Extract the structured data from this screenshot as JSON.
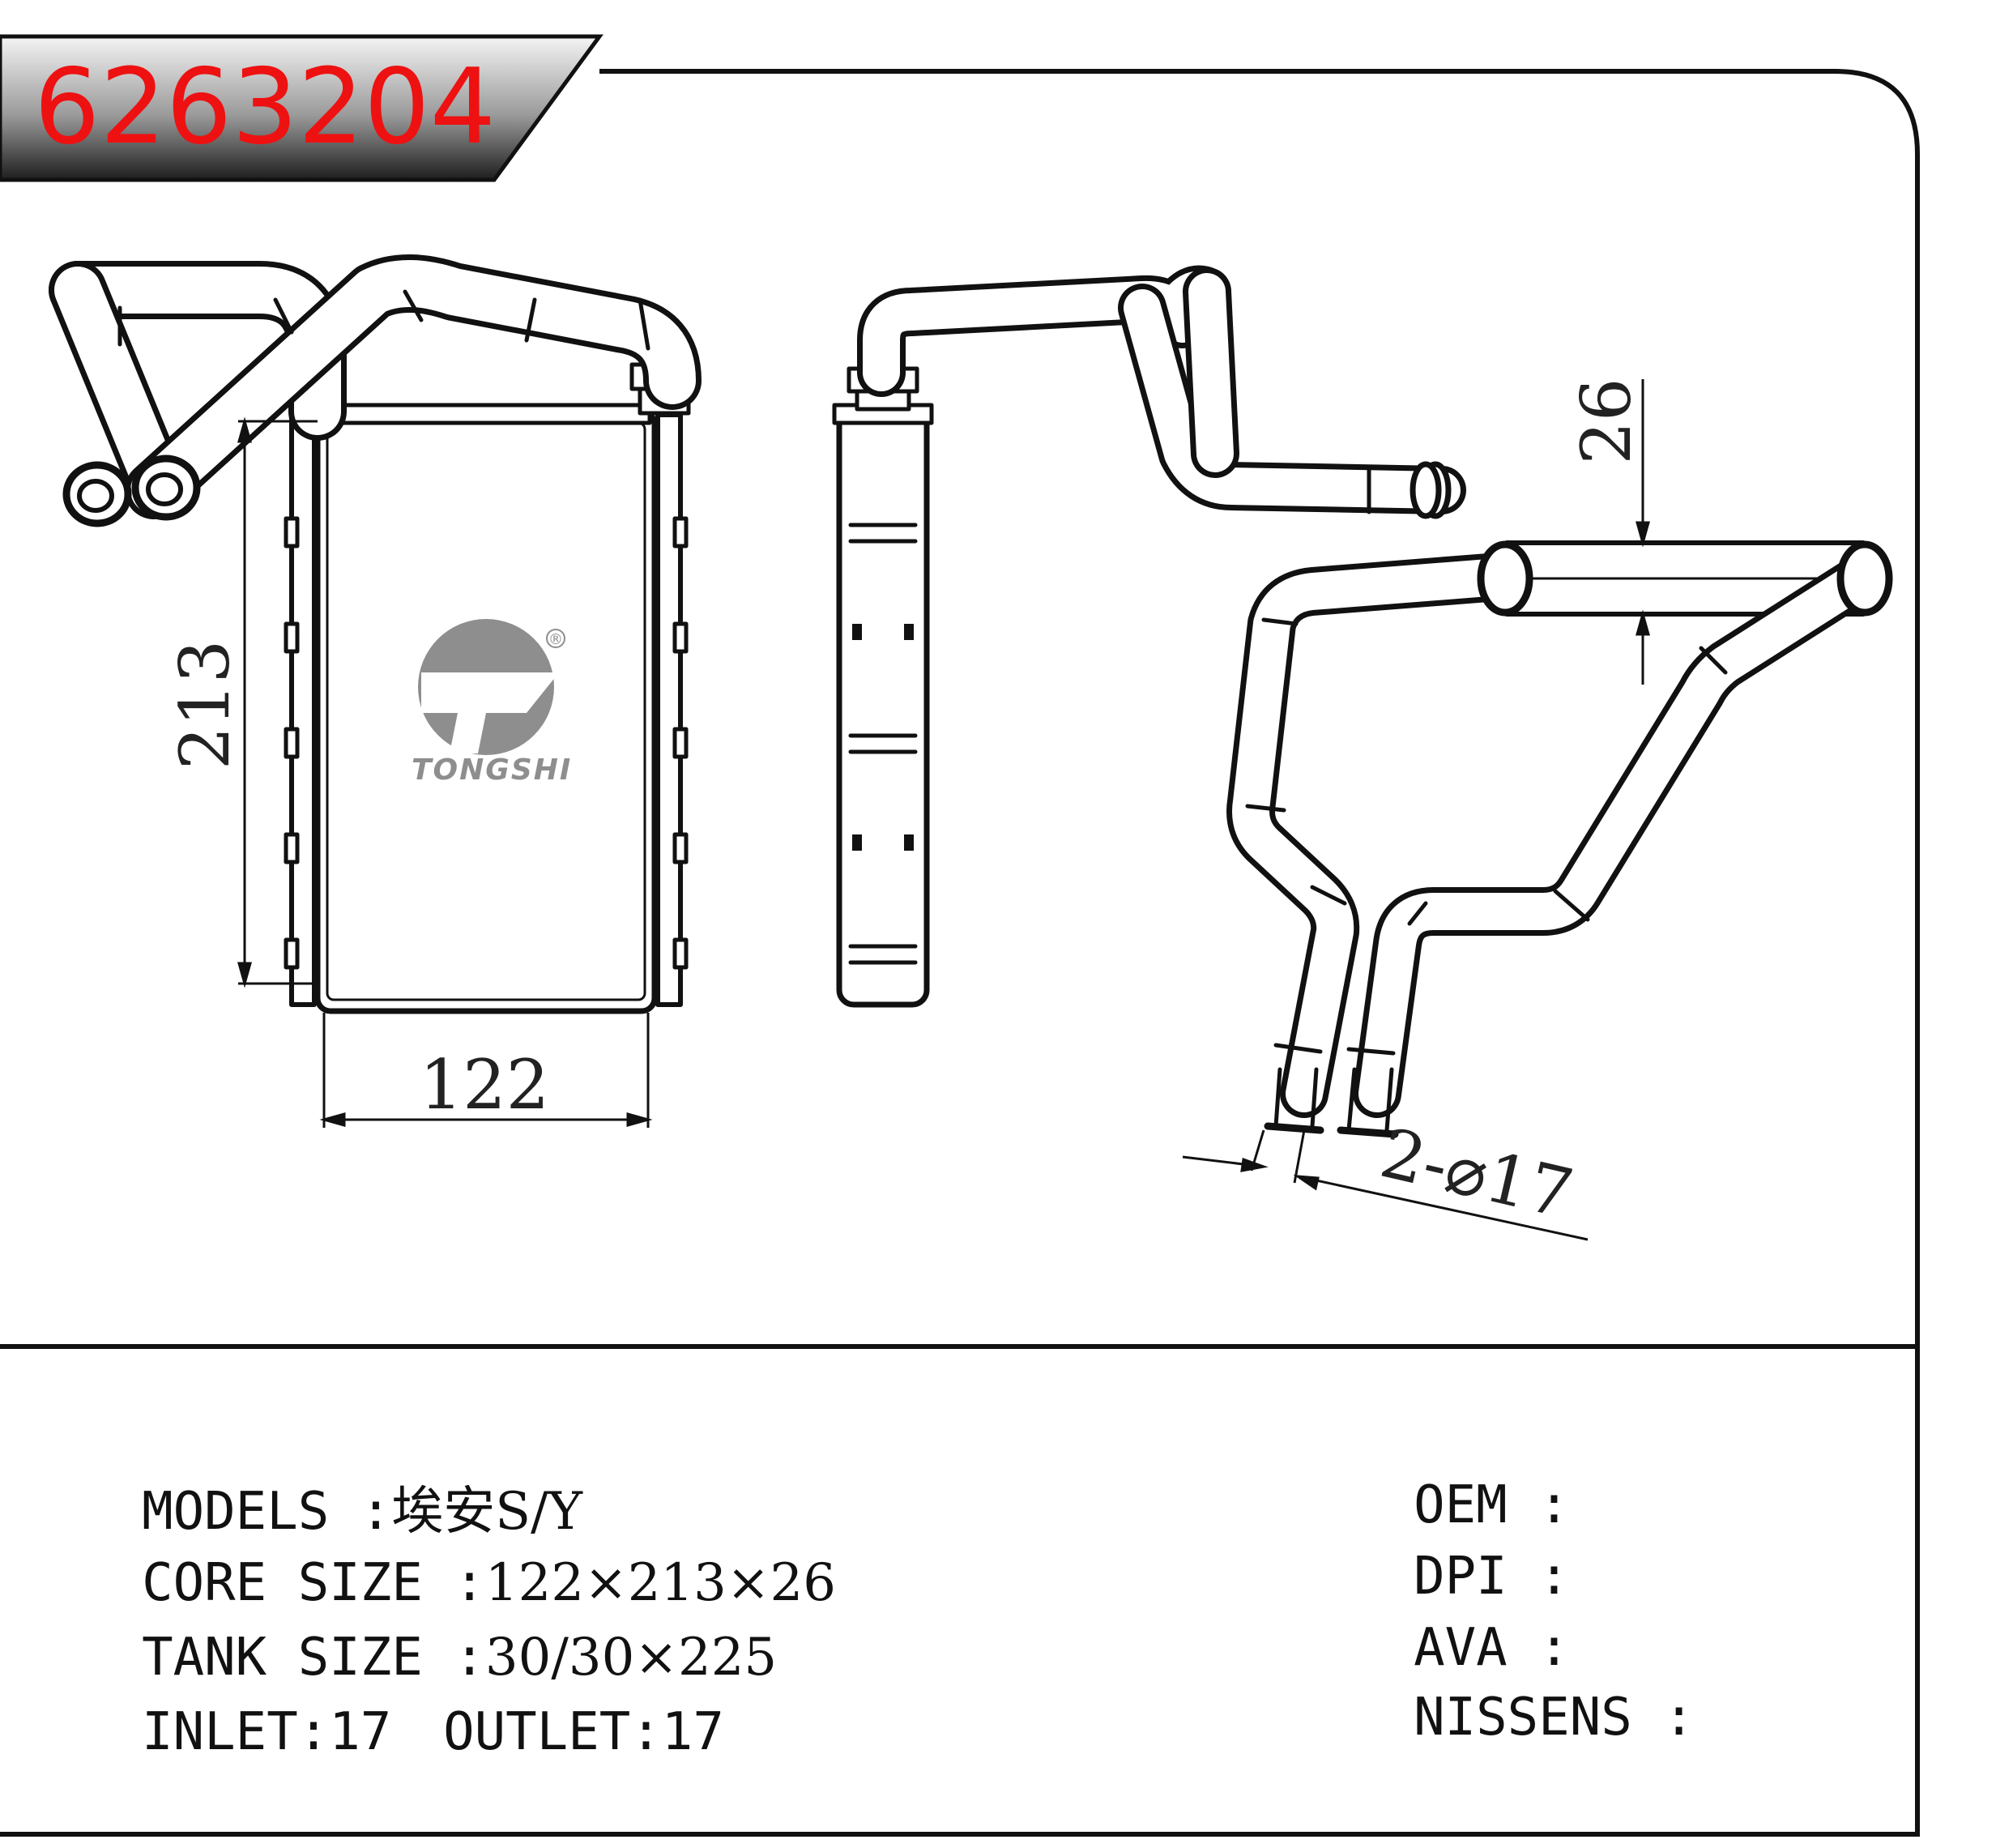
{
  "part_number": "6263204",
  "colors": {
    "part_number_red": "#ee1111",
    "banner_dark": "#1e1e1e",
    "line": "#111111",
    "logo_gray": "#8e8e8e"
  },
  "logo": {
    "brand": "TONGSHI",
    "registered_mark": "®"
  },
  "dimensions": {
    "height": "213",
    "width": "122",
    "thickness": "26",
    "pipes": "2-⌀17"
  },
  "specs": {
    "models": {
      "label": "MODELS :",
      "value": "埃安S/Y"
    },
    "core": {
      "label": "CORE SIZE :",
      "value": "122×213×26"
    },
    "tank": {
      "label": "TANK SIZE :",
      "value": "30/30×225"
    },
    "inlet": {
      "label": "INLET:",
      "value": "17"
    },
    "outlet": {
      "label": "OUTLET:",
      "value": "17"
    }
  },
  "refs": {
    "oem": {
      "label": "OEM :",
      "value": ""
    },
    "dpi": {
      "label": "DPI :",
      "value": ""
    },
    "ava": {
      "label": "AVA :",
      "value": ""
    },
    "nissens": {
      "label": "NISSENS :",
      "value": ""
    }
  }
}
